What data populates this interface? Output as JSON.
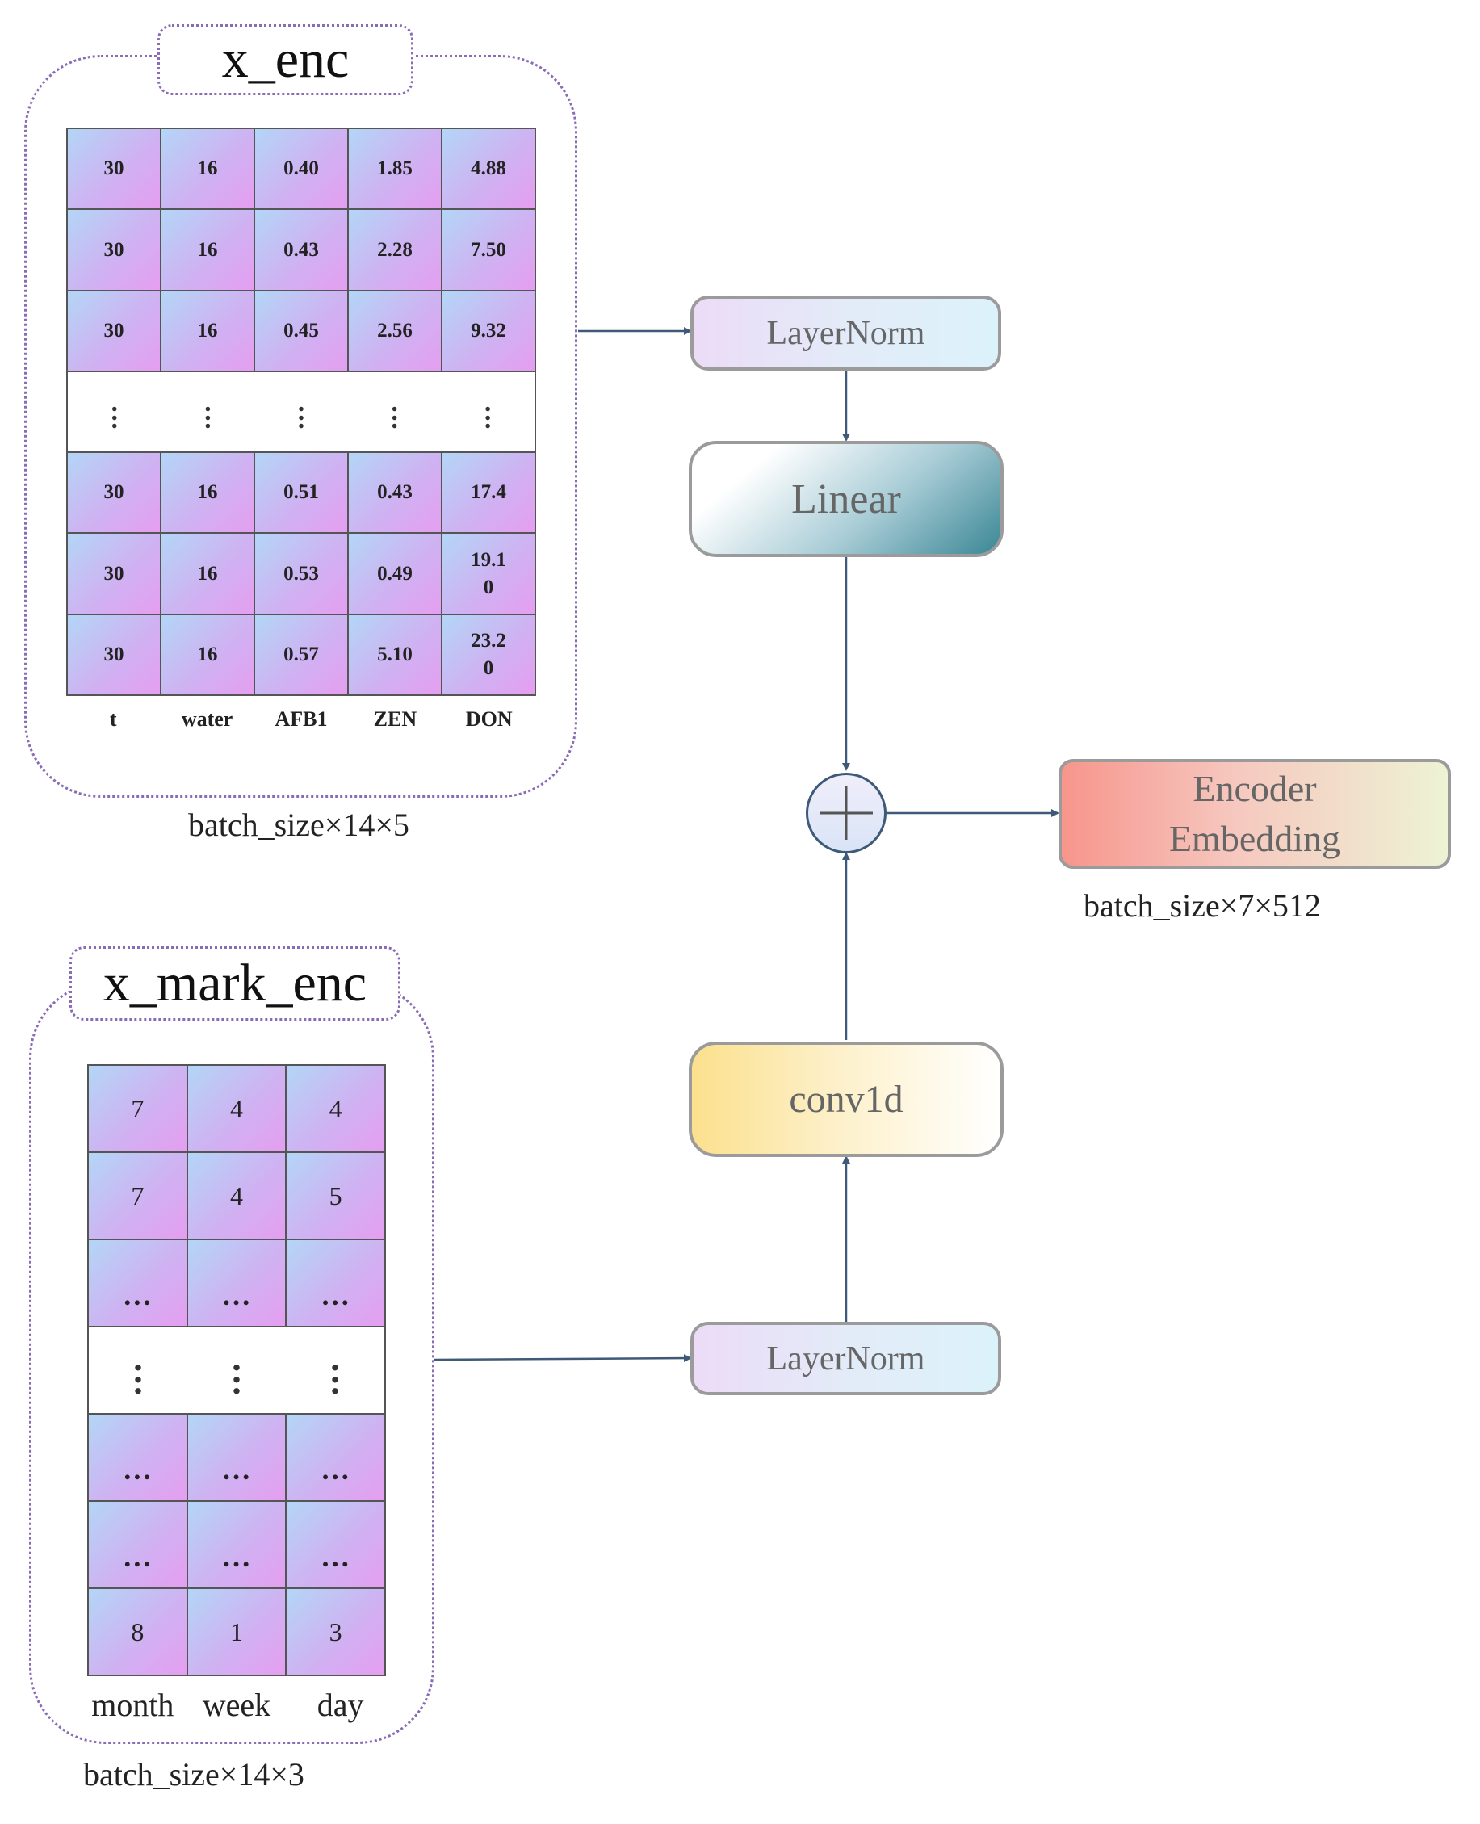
{
  "x_enc": {
    "title": "x_enc",
    "rows": [
      [
        "30",
        "16",
        "0.40",
        "1.85",
        "4.88"
      ],
      [
        "30",
        "16",
        "0.43",
        "2.28",
        "7.50"
      ],
      [
        "30",
        "16",
        "0.45",
        "2.56",
        "9.32"
      ],
      [
        "30",
        "16",
        "0.51",
        "0.43",
        "17.4"
      ],
      [
        "30",
        "16",
        "0.53",
        "0.49",
        "19.1\n0"
      ],
      [
        "30",
        "16",
        "0.57",
        "5.10",
        "23.2\n0"
      ]
    ],
    "columns": [
      "t",
      "water",
      "AFB1",
      "ZEN",
      "DON"
    ],
    "shape": "batch_size×14×5"
  },
  "x_mark_enc": {
    "title": "x_mark_enc",
    "rows_top": [
      [
        "7",
        "4",
        "4"
      ],
      [
        "7",
        "4",
        "5"
      ],
      [
        "…",
        "…",
        "…"
      ]
    ],
    "rows_bottom": [
      [
        "…",
        "…",
        "…"
      ],
      [
        "…",
        "…",
        "…"
      ],
      [
        "8",
        "1",
        "3"
      ]
    ],
    "columns": [
      "month",
      "week",
      "day"
    ],
    "shape": "batch_size×14×3"
  },
  "flow": {
    "layernorm_top": "LayerNorm",
    "linear": "Linear",
    "conv1d": "conv1d",
    "layernorm_bottom": "LayerNorm",
    "output_line1": "Encoder",
    "output_line2": "Embedding",
    "output_shape": "batch_size×7×512"
  },
  "colors": {
    "container_border": "#8a6bb5",
    "arrow": "#3e5a78",
    "box_border": "#9b9b9b"
  }
}
